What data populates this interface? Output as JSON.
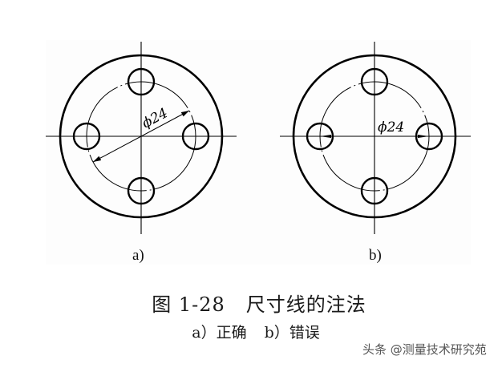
{
  "figure": {
    "number": "图 1-28",
    "title": "尺寸线的注法",
    "subcaption": {
      "a": "a）正确",
      "b": "b）错误"
    },
    "panels": [
      {
        "label": "a)",
        "verdict": "正确",
        "dimension_text": "ϕ24",
        "dimension_style": "diagonal diameter line with arrows on bolt circle"
      },
      {
        "label": "b)",
        "verdict": "错误",
        "dimension_text": "ϕ24",
        "dimension_style": "dimension line coincident with horizontal center line"
      }
    ]
  },
  "watermark": "头条 @测量技术研究苑",
  "colors": {
    "line": "#000000",
    "panel_bg": "#fdfdfd",
    "text": "#1a1a1a",
    "watermark": "#555555"
  }
}
